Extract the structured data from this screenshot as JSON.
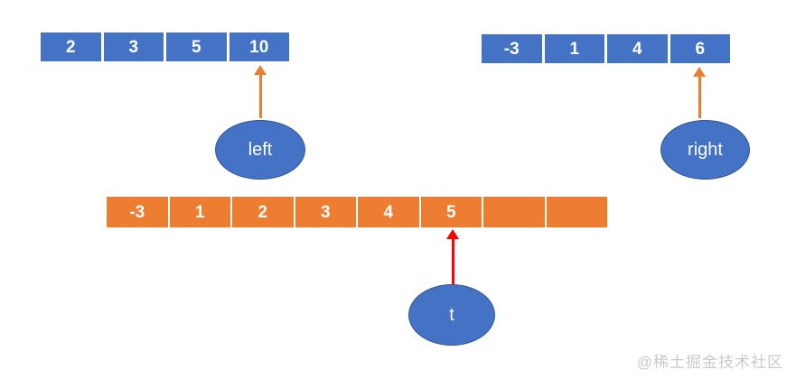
{
  "diagram": {
    "arrays": {
      "left_array": {
        "values": [
          "2",
          "3",
          "5",
          "10"
        ]
      },
      "right_array": {
        "values": [
          "-3",
          "1",
          "4",
          "6"
        ]
      },
      "merged_array": {
        "values": [
          "-3",
          "1",
          "2",
          "3",
          "4",
          "5",
          "",
          ""
        ]
      }
    },
    "pointers": {
      "left": {
        "label": "left"
      },
      "right": {
        "label": "right"
      },
      "t": {
        "label": "t"
      }
    },
    "colors": {
      "array_blue": "#4472C4",
      "array_orange": "#ED7D31",
      "ellipse_fill": "#4472C4",
      "ellipse_border": "#2F5597",
      "arrow_orange": "#ED7D31",
      "arrow_red": "#FE0000",
      "watermark_gray": "#C9C9C9",
      "cell_text": "#FFFFFF"
    },
    "watermark": "@稀土掘金技术社区"
  }
}
